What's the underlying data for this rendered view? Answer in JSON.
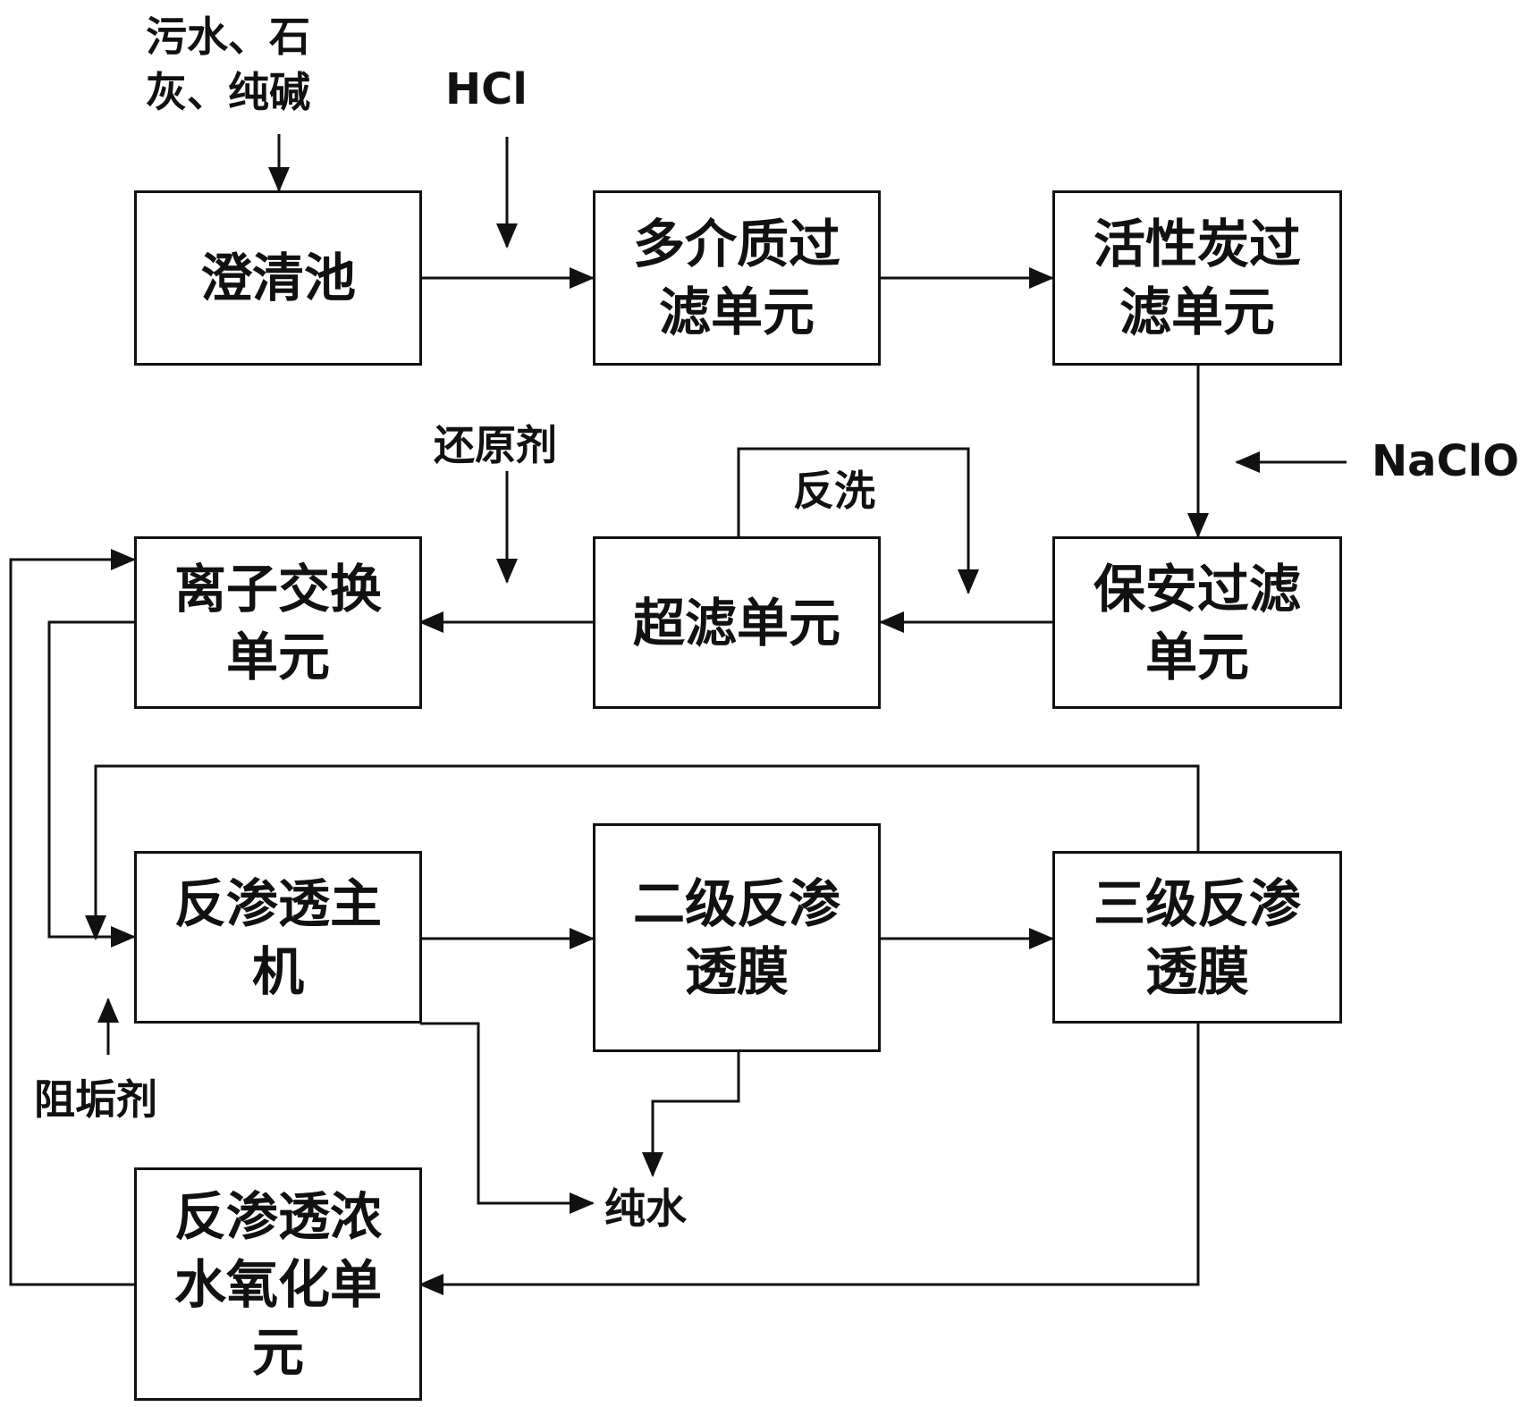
{
  "inputs": {
    "feed": "污水、石灰、纯碱",
    "hcl": "HCl",
    "naclo": "NaClO",
    "reducer": "还原剂",
    "backwash": "反洗",
    "antiscalant": "阻垢剂",
    "pure_water": "纯水"
  },
  "units": {
    "clarifier": "澄清池",
    "multimedia_filter": "多介质过滤单元",
    "carbon_filter": "活性炭过滤单元",
    "security_filter": "保安过滤单元",
    "ultrafiltration": "超滤单元",
    "ion_exchange": "离子交换单元",
    "ro_main": "反渗透主机",
    "ro_stage2": "二级反渗透膜",
    "ro_stage3": "三级反渗透膜",
    "ro_oxidation": "反渗透浓水氧化单元"
  }
}
